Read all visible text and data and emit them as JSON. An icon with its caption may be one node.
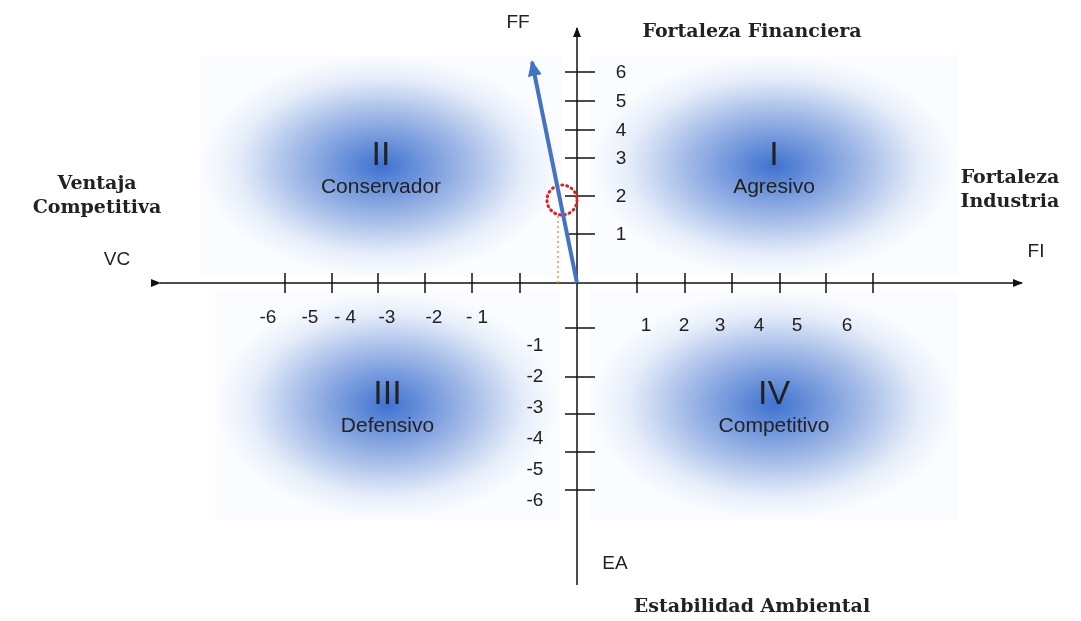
{
  "diagram": {
    "nodes": [
      {
        "text": [
          "II",
          "Conservador"
        ]
      },
      {
        "text": [
          "I",
          "Agresivo"
        ]
      },
      {
        "text": [
          "III",
          "Defensivo"
        ]
      },
      {
        "text": [
          "IV",
          "Competitivo"
        ]
      }
    ],
    "labels": [
      "FF",
      "Fortaleza Financiera",
      "6",
      "5",
      "4",
      "3",
      "Ventaja Competitiva",
      "Fortaleza Industria",
      "2",
      "1",
      "VC",
      "FI",
      "-6",
      "-5",
      "- 4",
      "-3",
      "-2",
      "- 1",
      "1",
      "2",
      "3",
      "4",
      "5",
      "6",
      "-1",
      "-2",
      "-3",
      "-4",
      "-5",
      "-6",
      "EA",
      "Estabilidad Ambiental"
    ]
  }
}
